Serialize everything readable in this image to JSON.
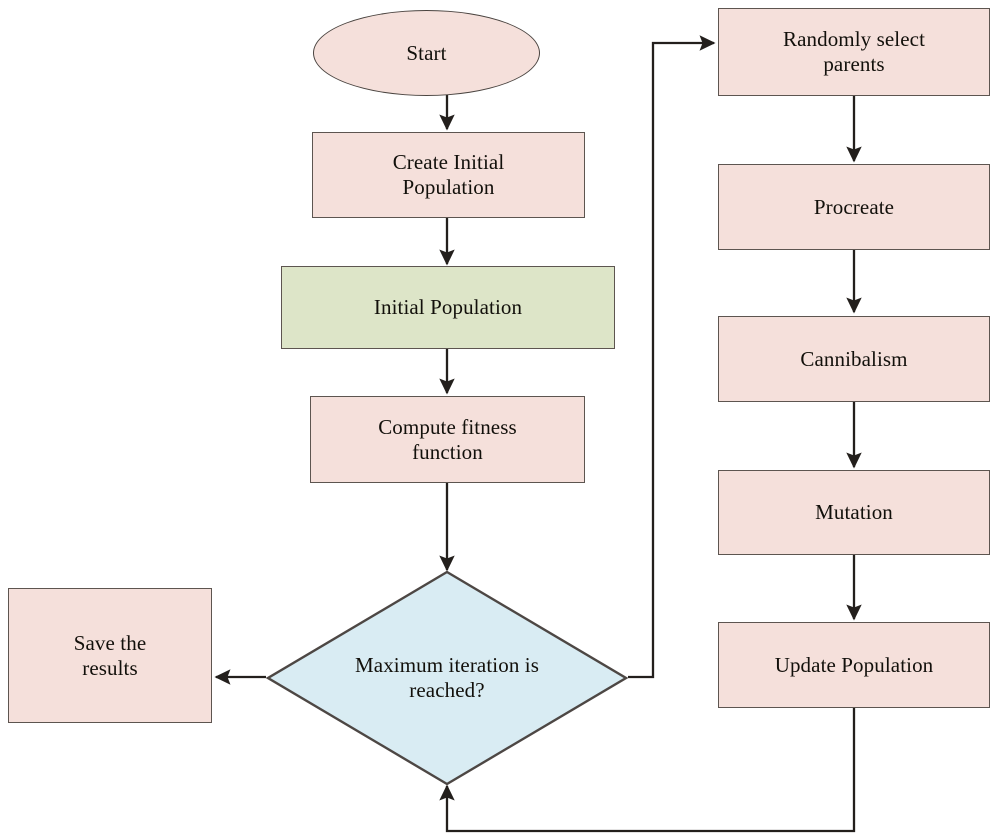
{
  "diagram": {
    "title": "Genetic algorithm flowchart",
    "type": "flowchart",
    "colors": {
      "process_fill": "#f5e0db",
      "data_fill": "#dde5c8",
      "decision_fill": "#d9ecf3",
      "node_stroke": "#5d5550",
      "edge_stroke": "#231f1c",
      "text": "#12100b",
      "background": "#ffffff"
    },
    "nodes": [
      {
        "id": "start",
        "label": "Start",
        "shape": "ellipse",
        "fill": "#f5e0db"
      },
      {
        "id": "create-initial-population",
        "label": "Create Initial\nPopulation",
        "shape": "rectangle",
        "fill": "#f5e0db"
      },
      {
        "id": "initial-population",
        "label": "Initial Population",
        "shape": "rectangle",
        "fill": "#dde5c8"
      },
      {
        "id": "compute-fitness-function",
        "label": "Compute fitness\nfunction",
        "shape": "rectangle",
        "fill": "#f5e0db"
      },
      {
        "id": "maximum-iteration-is-reached",
        "label": "Maximum iteration is\nreached?",
        "shape": "diamond",
        "fill": "#d9ecf3"
      },
      {
        "id": "save-the-results",
        "label": "Save the\nresults",
        "shape": "rectangle",
        "fill": "#f5e0db"
      },
      {
        "id": "randomly-select-parents",
        "label": "Randomly select\nparents",
        "shape": "rectangle",
        "fill": "#f5e0db"
      },
      {
        "id": "procreate",
        "label": "Procreate",
        "shape": "rectangle",
        "fill": "#f5e0db"
      },
      {
        "id": "cannibalism",
        "label": "Cannibalism",
        "shape": "rectangle",
        "fill": "#f5e0db"
      },
      {
        "id": "mutation",
        "label": "Mutation",
        "shape": "rectangle",
        "fill": "#f5e0db"
      },
      {
        "id": "update-population",
        "label": "Update Population",
        "shape": "rectangle",
        "fill": "#f5e0db"
      }
    ],
    "edges": [
      {
        "from": "start",
        "to": "create-initial-population",
        "label": ""
      },
      {
        "from": "create-initial-population",
        "to": "initial-population",
        "label": ""
      },
      {
        "from": "initial-population",
        "to": "compute-fitness-function",
        "label": ""
      },
      {
        "from": "compute-fitness-function",
        "to": "maximum-iteration-is-reached",
        "label": ""
      },
      {
        "from": "maximum-iteration-is-reached",
        "to": "save-the-results",
        "label": ""
      },
      {
        "from": "maximum-iteration-is-reached",
        "to": "randomly-select-parents",
        "label": ""
      },
      {
        "from": "randomly-select-parents",
        "to": "procreate",
        "label": ""
      },
      {
        "from": "procreate",
        "to": "cannibalism",
        "label": ""
      },
      {
        "from": "cannibalism",
        "to": "mutation",
        "label": ""
      },
      {
        "from": "mutation",
        "to": "update-population",
        "label": ""
      },
      {
        "from": "update-population",
        "to": "maximum-iteration-is-reached",
        "label": ""
      }
    ]
  }
}
